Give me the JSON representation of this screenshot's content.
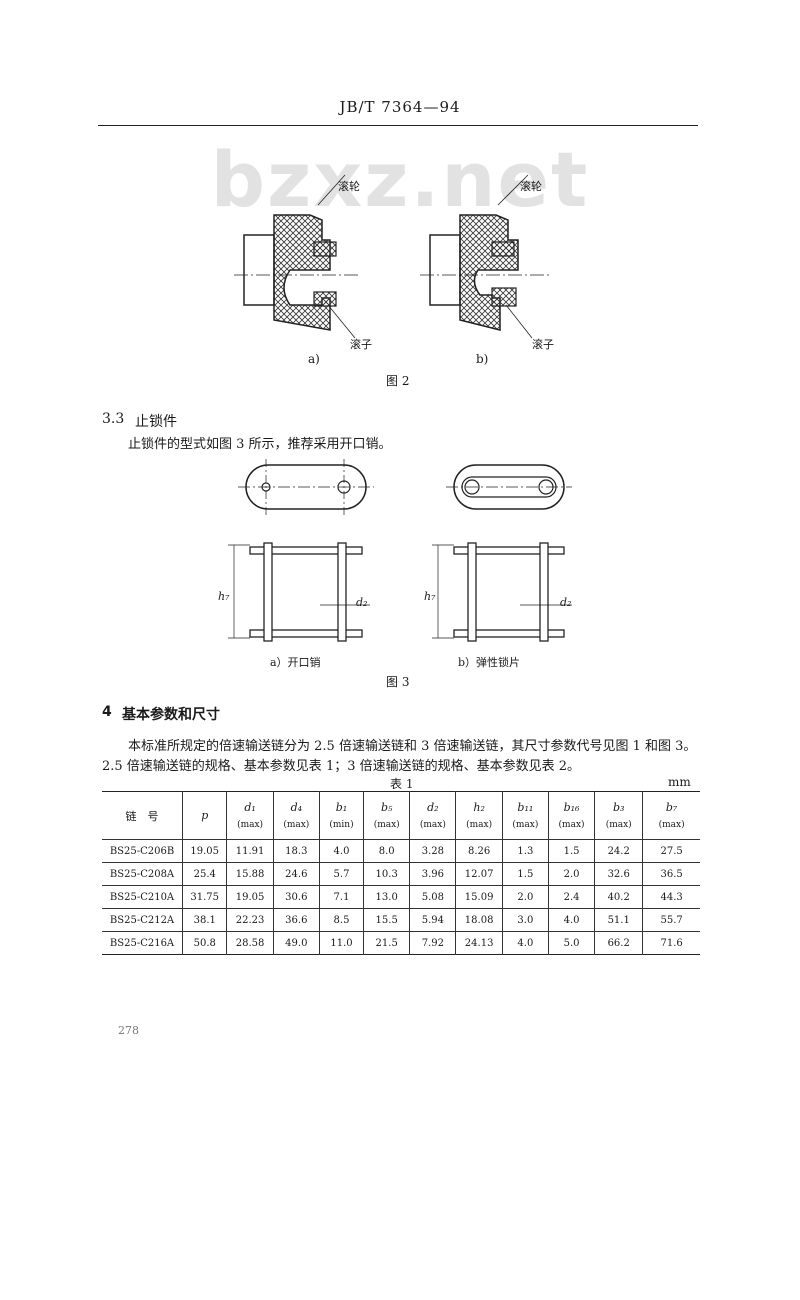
{
  "header": {
    "doc_number": "JB/T 7364—94"
  },
  "watermark": "bzxz.net",
  "figure2": {
    "label_top": "滚轮",
    "label_bottom_a": "滚子",
    "label_bottom_b": "滚子",
    "sub_a": "a)",
    "sub_b": "b)",
    "caption": "图 2"
  },
  "section_3_3": {
    "number": "3.3",
    "title": "止锁件",
    "body": "止锁件的型式如图 3 所示，推荐采用开口销。"
  },
  "figure3": {
    "dim_h": "h₇",
    "dim_d": "d₂",
    "sub_a": "a）开口销",
    "sub_b": "b）弹性锁片",
    "caption": "图 3"
  },
  "section_4": {
    "number": "4",
    "title": "基本参数和尺寸",
    "para1": "本标准所规定的倍速输送链分为 2.5 倍速输送链和 3 倍速输送链，其尺寸参数代号见图 1 和图 3。",
    "para2": "2.5 倍速输送链的规格、基本参数见表 1；3 倍速输送链的规格、基本参数见表 2。"
  },
  "table1": {
    "caption": "表 1",
    "unit": "mm",
    "columns": [
      {
        "sym": "链　号",
        "unit": ""
      },
      {
        "sym": "p",
        "unit": ""
      },
      {
        "sym": "d₁",
        "unit": "(max)"
      },
      {
        "sym": "d₄",
        "unit": "(max)"
      },
      {
        "sym": "b₁",
        "unit": "(min)"
      },
      {
        "sym": "b₅",
        "unit": "(max)"
      },
      {
        "sym": "d₂",
        "unit": "(max)"
      },
      {
        "sym": "h₂",
        "unit": "(max)"
      },
      {
        "sym": "b₁₁",
        "unit": "(max)"
      },
      {
        "sym": "b₁₆",
        "unit": "(max)"
      },
      {
        "sym": "b₃",
        "unit": "(max)"
      },
      {
        "sym": "b₇",
        "unit": "(max)"
      }
    ],
    "rows": [
      [
        "BS25-C206B",
        "19.05",
        "11.91",
        "18.3",
        "4.0",
        "8.0",
        "3.28",
        "8.26",
        "1.3",
        "1.5",
        "24.2",
        "27.5"
      ],
      [
        "BS25-C208A",
        "25.4",
        "15.88",
        "24.6",
        "5.7",
        "10.3",
        "3.96",
        "12.07",
        "1.5",
        "2.0",
        "32.6",
        "36.5"
      ],
      [
        "BS25-C210A",
        "31.75",
        "19.05",
        "30.6",
        "7.1",
        "13.0",
        "5.08",
        "15.09",
        "2.0",
        "2.4",
        "40.2",
        "44.3"
      ],
      [
        "BS25-C212A",
        "38.1",
        "22.23",
        "36.6",
        "8.5",
        "15.5",
        "5.94",
        "18.08",
        "3.0",
        "4.0",
        "51.1",
        "55.7"
      ],
      [
        "BS25-C216A",
        "50.8",
        "28.58",
        "49.0",
        "11.0",
        "21.5",
        "7.92",
        "24.13",
        "4.0",
        "5.0",
        "66.2",
        "71.6"
      ]
    ]
  },
  "footer": {
    "page_number": "278"
  }
}
